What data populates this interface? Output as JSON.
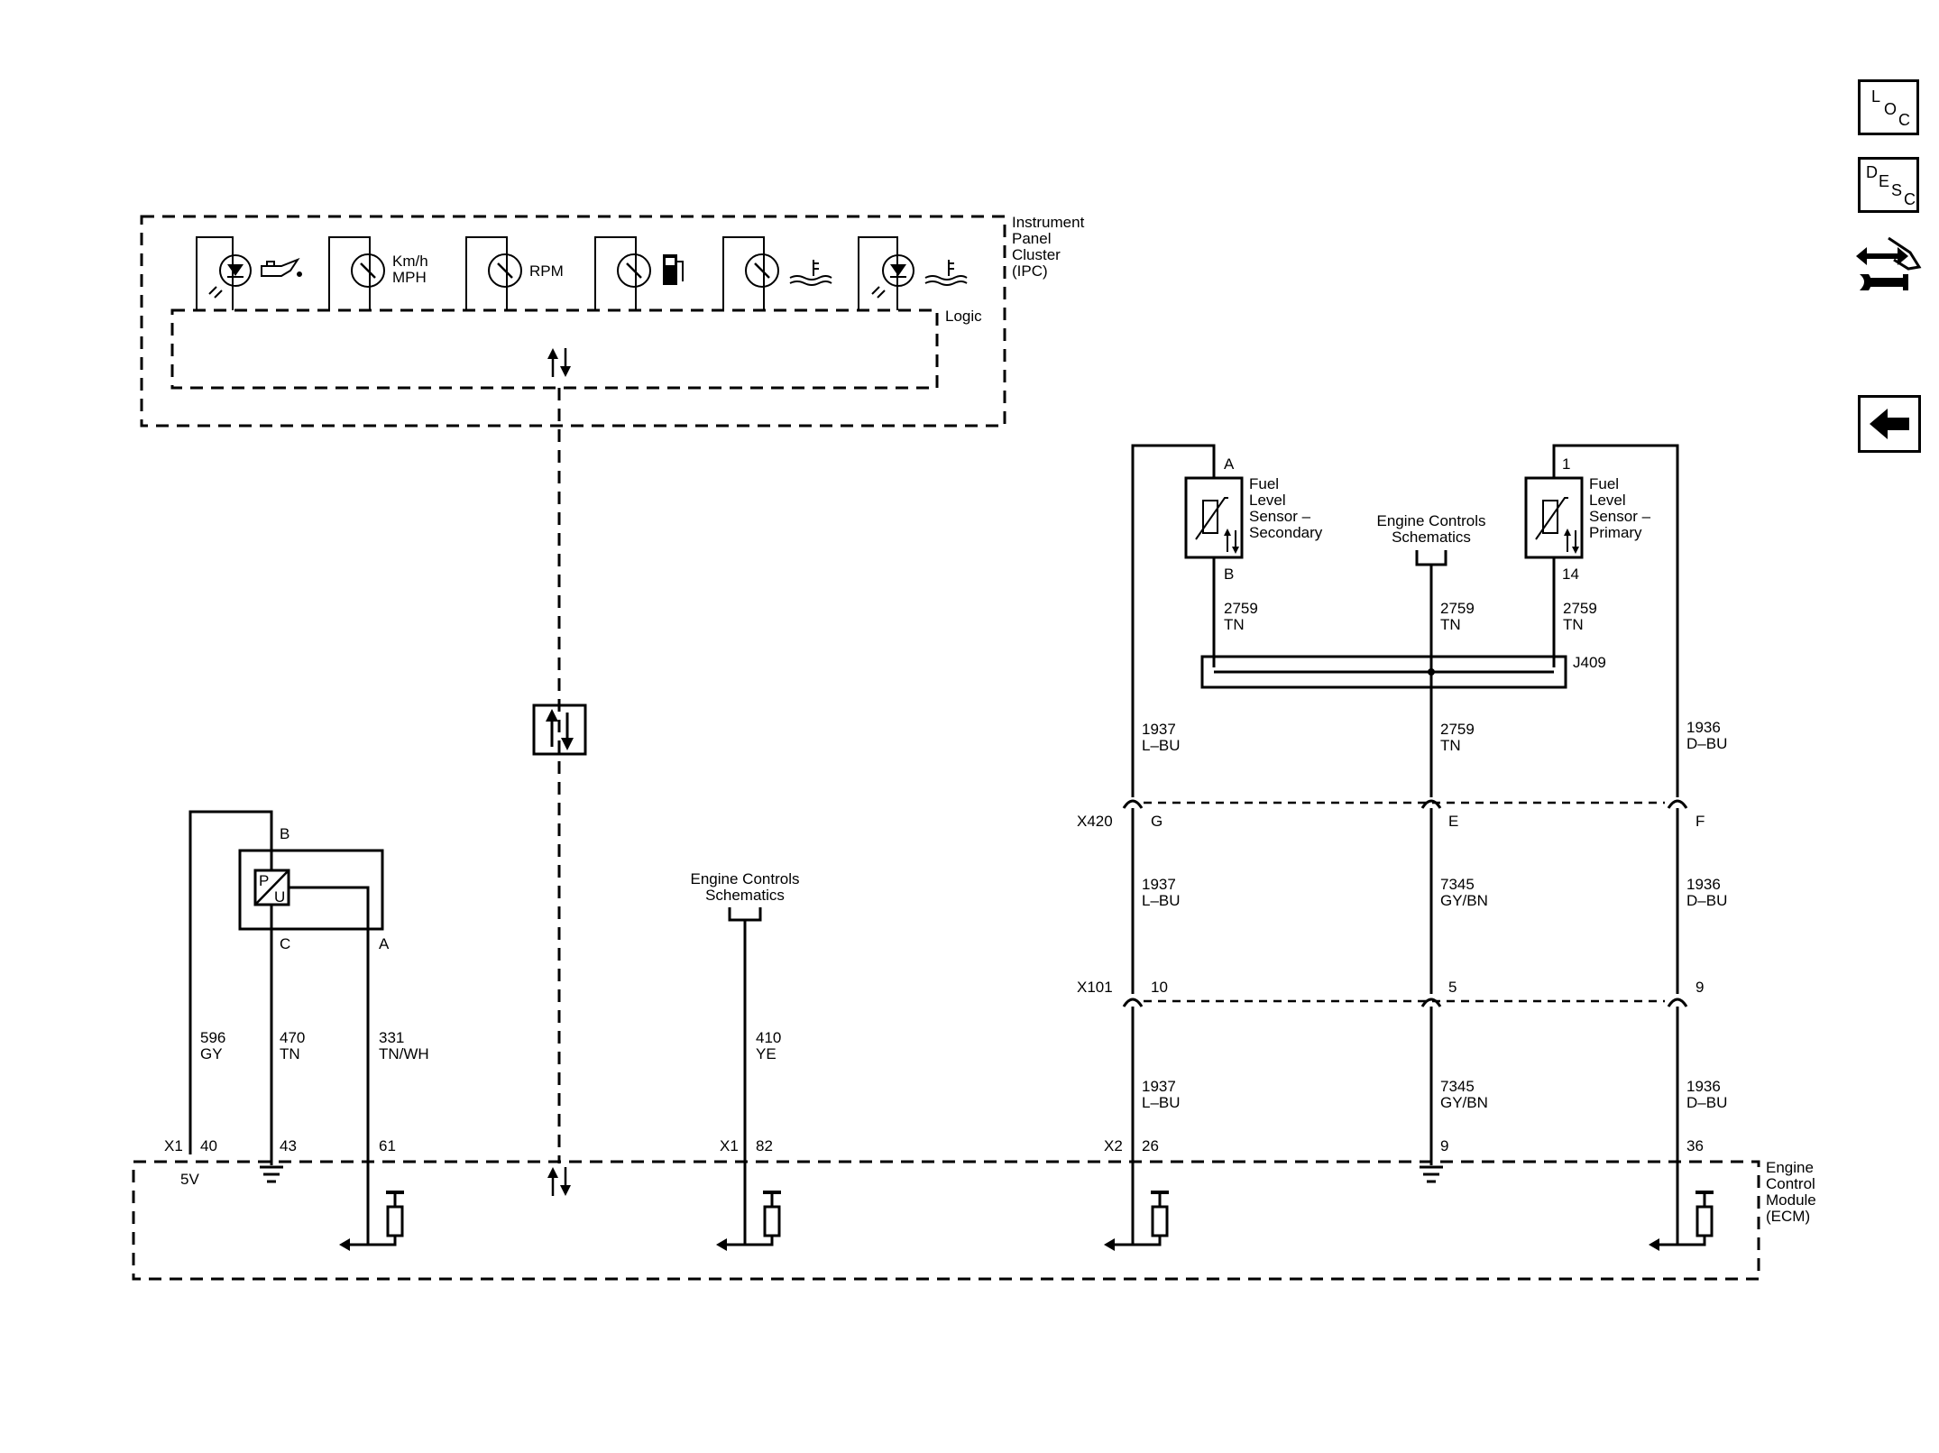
{
  "nav": {
    "loc": {
      "l1": "L",
      "l2": "O",
      "l3": "C"
    },
    "desc": {
      "l1": "D",
      "l2": "E",
      "l3": "S",
      "l4": "C"
    },
    "tool_icon": "connector-wrench-icon",
    "back_icon": "left-arrow-icon"
  },
  "ipc": {
    "label_lines": [
      "Instrument",
      "Panel",
      "Cluster",
      "(IPC)"
    ],
    "logic_label": "Logic",
    "speed_units": [
      "Km/h",
      "MPH"
    ],
    "rpm_label": "RPM"
  },
  "oil_sensor": {
    "pin_b": "B",
    "pin_c": "C",
    "pin_a": "A",
    "symbol_top": "P",
    "symbol_bottom": "U"
  },
  "wires": {
    "w596": {
      "num": "596",
      "color": "GY"
    },
    "w470": {
      "num": "470",
      "color": "TN"
    },
    "w331": {
      "num": "331",
      "color": "TN/WH"
    },
    "w410": {
      "num": "410",
      "color": "YE"
    },
    "w2759a": {
      "num": "2759",
      "color": "TN"
    },
    "w2759b": {
      "num": "2759",
      "color": "TN"
    },
    "w2759c": {
      "num": "2759",
      "color": "TN"
    },
    "w2759d": {
      "num": "2759",
      "color": "TN"
    },
    "w1937a": {
      "num": "1937",
      "color": "L–BU"
    },
    "w1937b": {
      "num": "1937",
      "color": "L–BU"
    },
    "w1937c": {
      "num": "1937",
      "color": "L–BU"
    },
    "w7345a": {
      "num": "7345",
      "color": "GY/BN"
    },
    "w7345b": {
      "num": "7345",
      "color": "GY/BN"
    },
    "w1936a": {
      "num": "1936",
      "color": "D–BU"
    },
    "w1936b": {
      "num": "1936",
      "color": "D–BU"
    },
    "w1936c": {
      "num": "1936",
      "color": "D–BU"
    }
  },
  "engine_controls_ref": {
    "lines": [
      "Engine Controls",
      "Schematics"
    ]
  },
  "engine_controls_ref2": {
    "lines": [
      "Engine Controls",
      "Schematics"
    ]
  },
  "fuel_secondary": {
    "label_lines": [
      "Fuel",
      "Level",
      "Sensor –",
      "Secondary"
    ],
    "pin_top": "A",
    "pin_bottom": "B"
  },
  "fuel_primary": {
    "label_lines": [
      "Fuel",
      "Level",
      "Sensor –",
      "Primary"
    ],
    "pin_top": "1",
    "pin_bottom": "14"
  },
  "splice": {
    "name": "J409"
  },
  "x420": {
    "name": "X420",
    "pins": [
      "G",
      "E",
      "F"
    ]
  },
  "x101": {
    "name": "X101",
    "pins": [
      "10",
      "5",
      "9"
    ]
  },
  "ecm": {
    "label_lines": [
      "Engine",
      "Control",
      "Module",
      "(ECM)"
    ],
    "x1a": "X1",
    "pin40": "40",
    "pin43": "43",
    "pin61": "61",
    "x1b": "X1",
    "pin82": "82",
    "x2": "X2",
    "pin26": "26",
    "pin9": "9",
    "pin36": "36",
    "v5": "5V"
  }
}
